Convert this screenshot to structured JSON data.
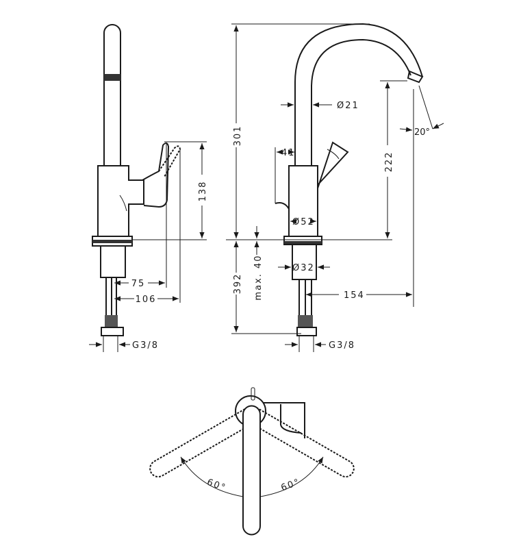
{
  "drawing": {
    "side_view": {
      "dim_height_lever": "138",
      "dim_lever_reach": "75",
      "dim_lever_reach_open": "106",
      "dim_connection": "G3/8"
    },
    "front_view": {
      "dim_total_height": "301",
      "dim_below_deck": "392",
      "dim_max_deck": "max. 40",
      "dim_spout_diameter": "Ø21",
      "dim_lever_offset": "41",
      "dim_body_diameter": "Ø52",
      "dim_shank_diameter": "Ø32",
      "dim_spout_clearance": "222",
      "dim_spout_reach": "154",
      "dim_spray_angle": "20°",
      "dim_connection": "G3/8"
    },
    "top_view": {
      "angle_left": "60°",
      "angle_right": "60°"
    }
  }
}
